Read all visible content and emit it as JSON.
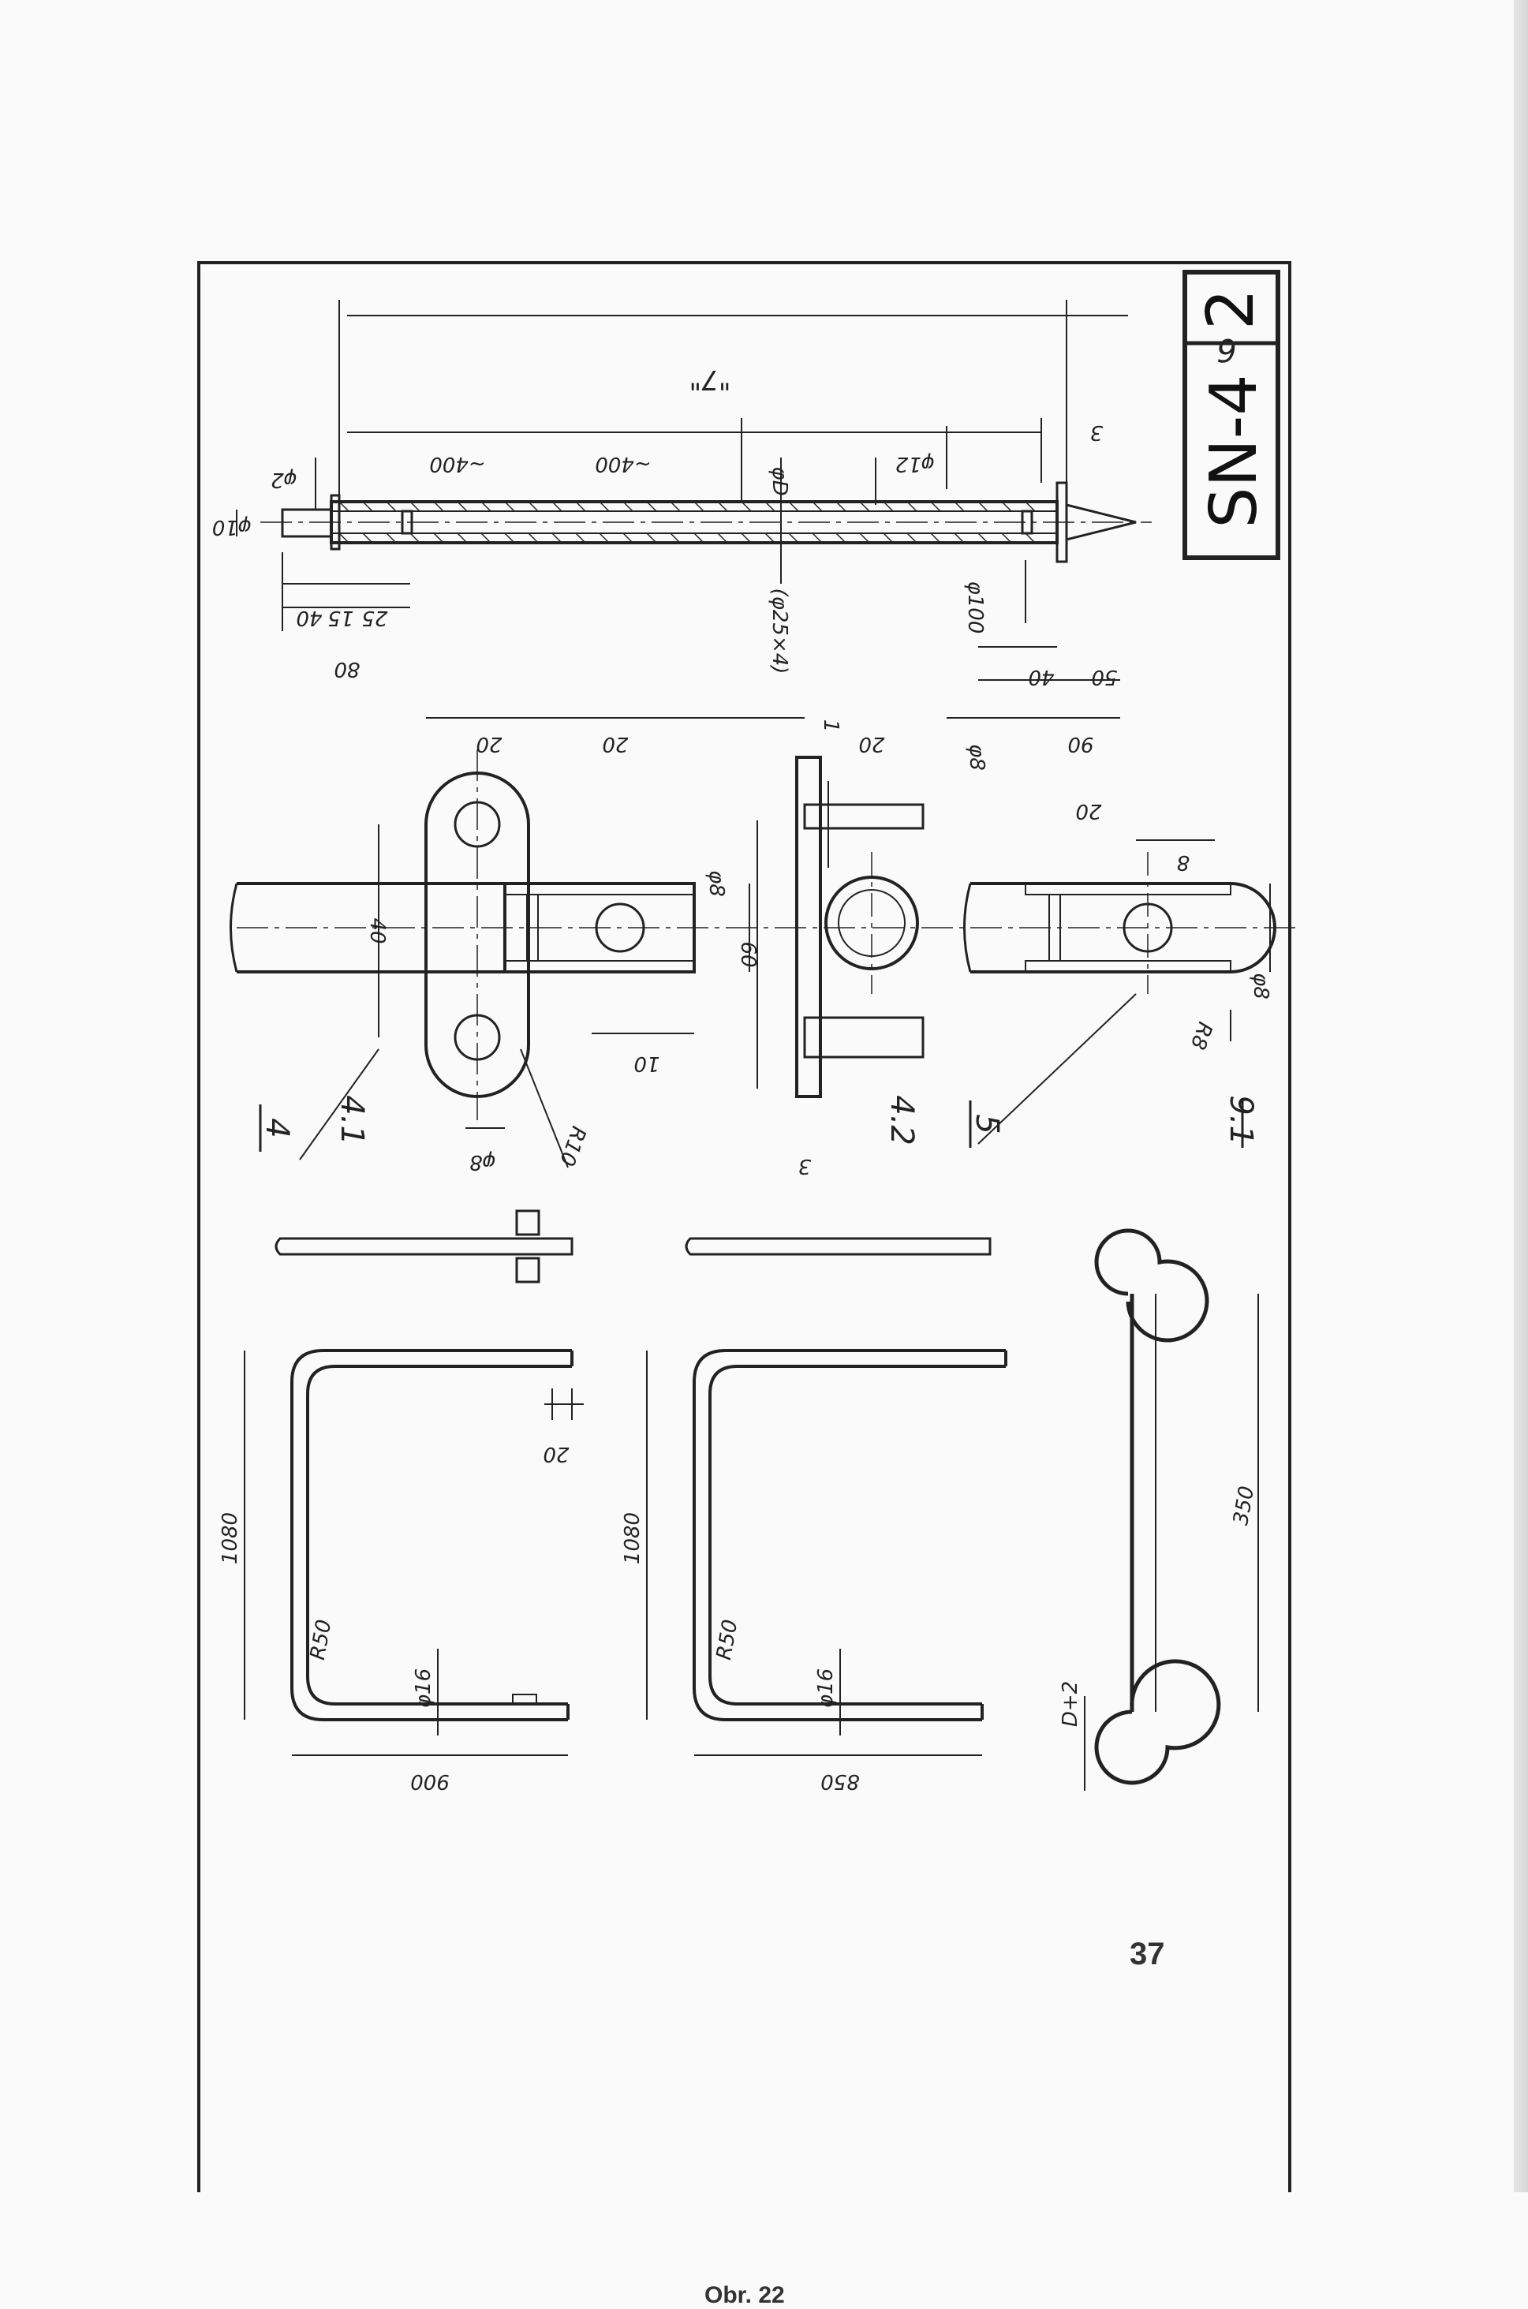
{
  "drawing": {
    "title_code": "SN-4",
    "sheet_no": "2",
    "overall_label": "\"7\"",
    "detail_marks": [
      "6",
      "4",
      "4.1",
      "4.2",
      "5",
      "9.1"
    ]
  },
  "dimensions": {
    "shaft": [
      "~400",
      "~400",
      "φ2",
      "φ10",
      "40",
      "15",
      "25",
      "80",
      "φD",
      "(φ25×4)",
      "φ12",
      "3",
      "φ100",
      "40",
      "50"
    ],
    "hinge": [
      "20",
      "20",
      "20",
      "90",
      "20",
      "8",
      "40",
      "60",
      "φ8",
      "φ8",
      "1",
      "10",
      "φ8",
      "R10",
      "3",
      "R8",
      "φ8"
    ],
    "frames": [
      "20",
      "1080",
      "R50",
      "φ16",
      "900",
      "1080",
      "R50",
      "φ16",
      "850",
      "350",
      "D+2"
    ]
  },
  "caption": "Obr. 22",
  "page_number": "37"
}
